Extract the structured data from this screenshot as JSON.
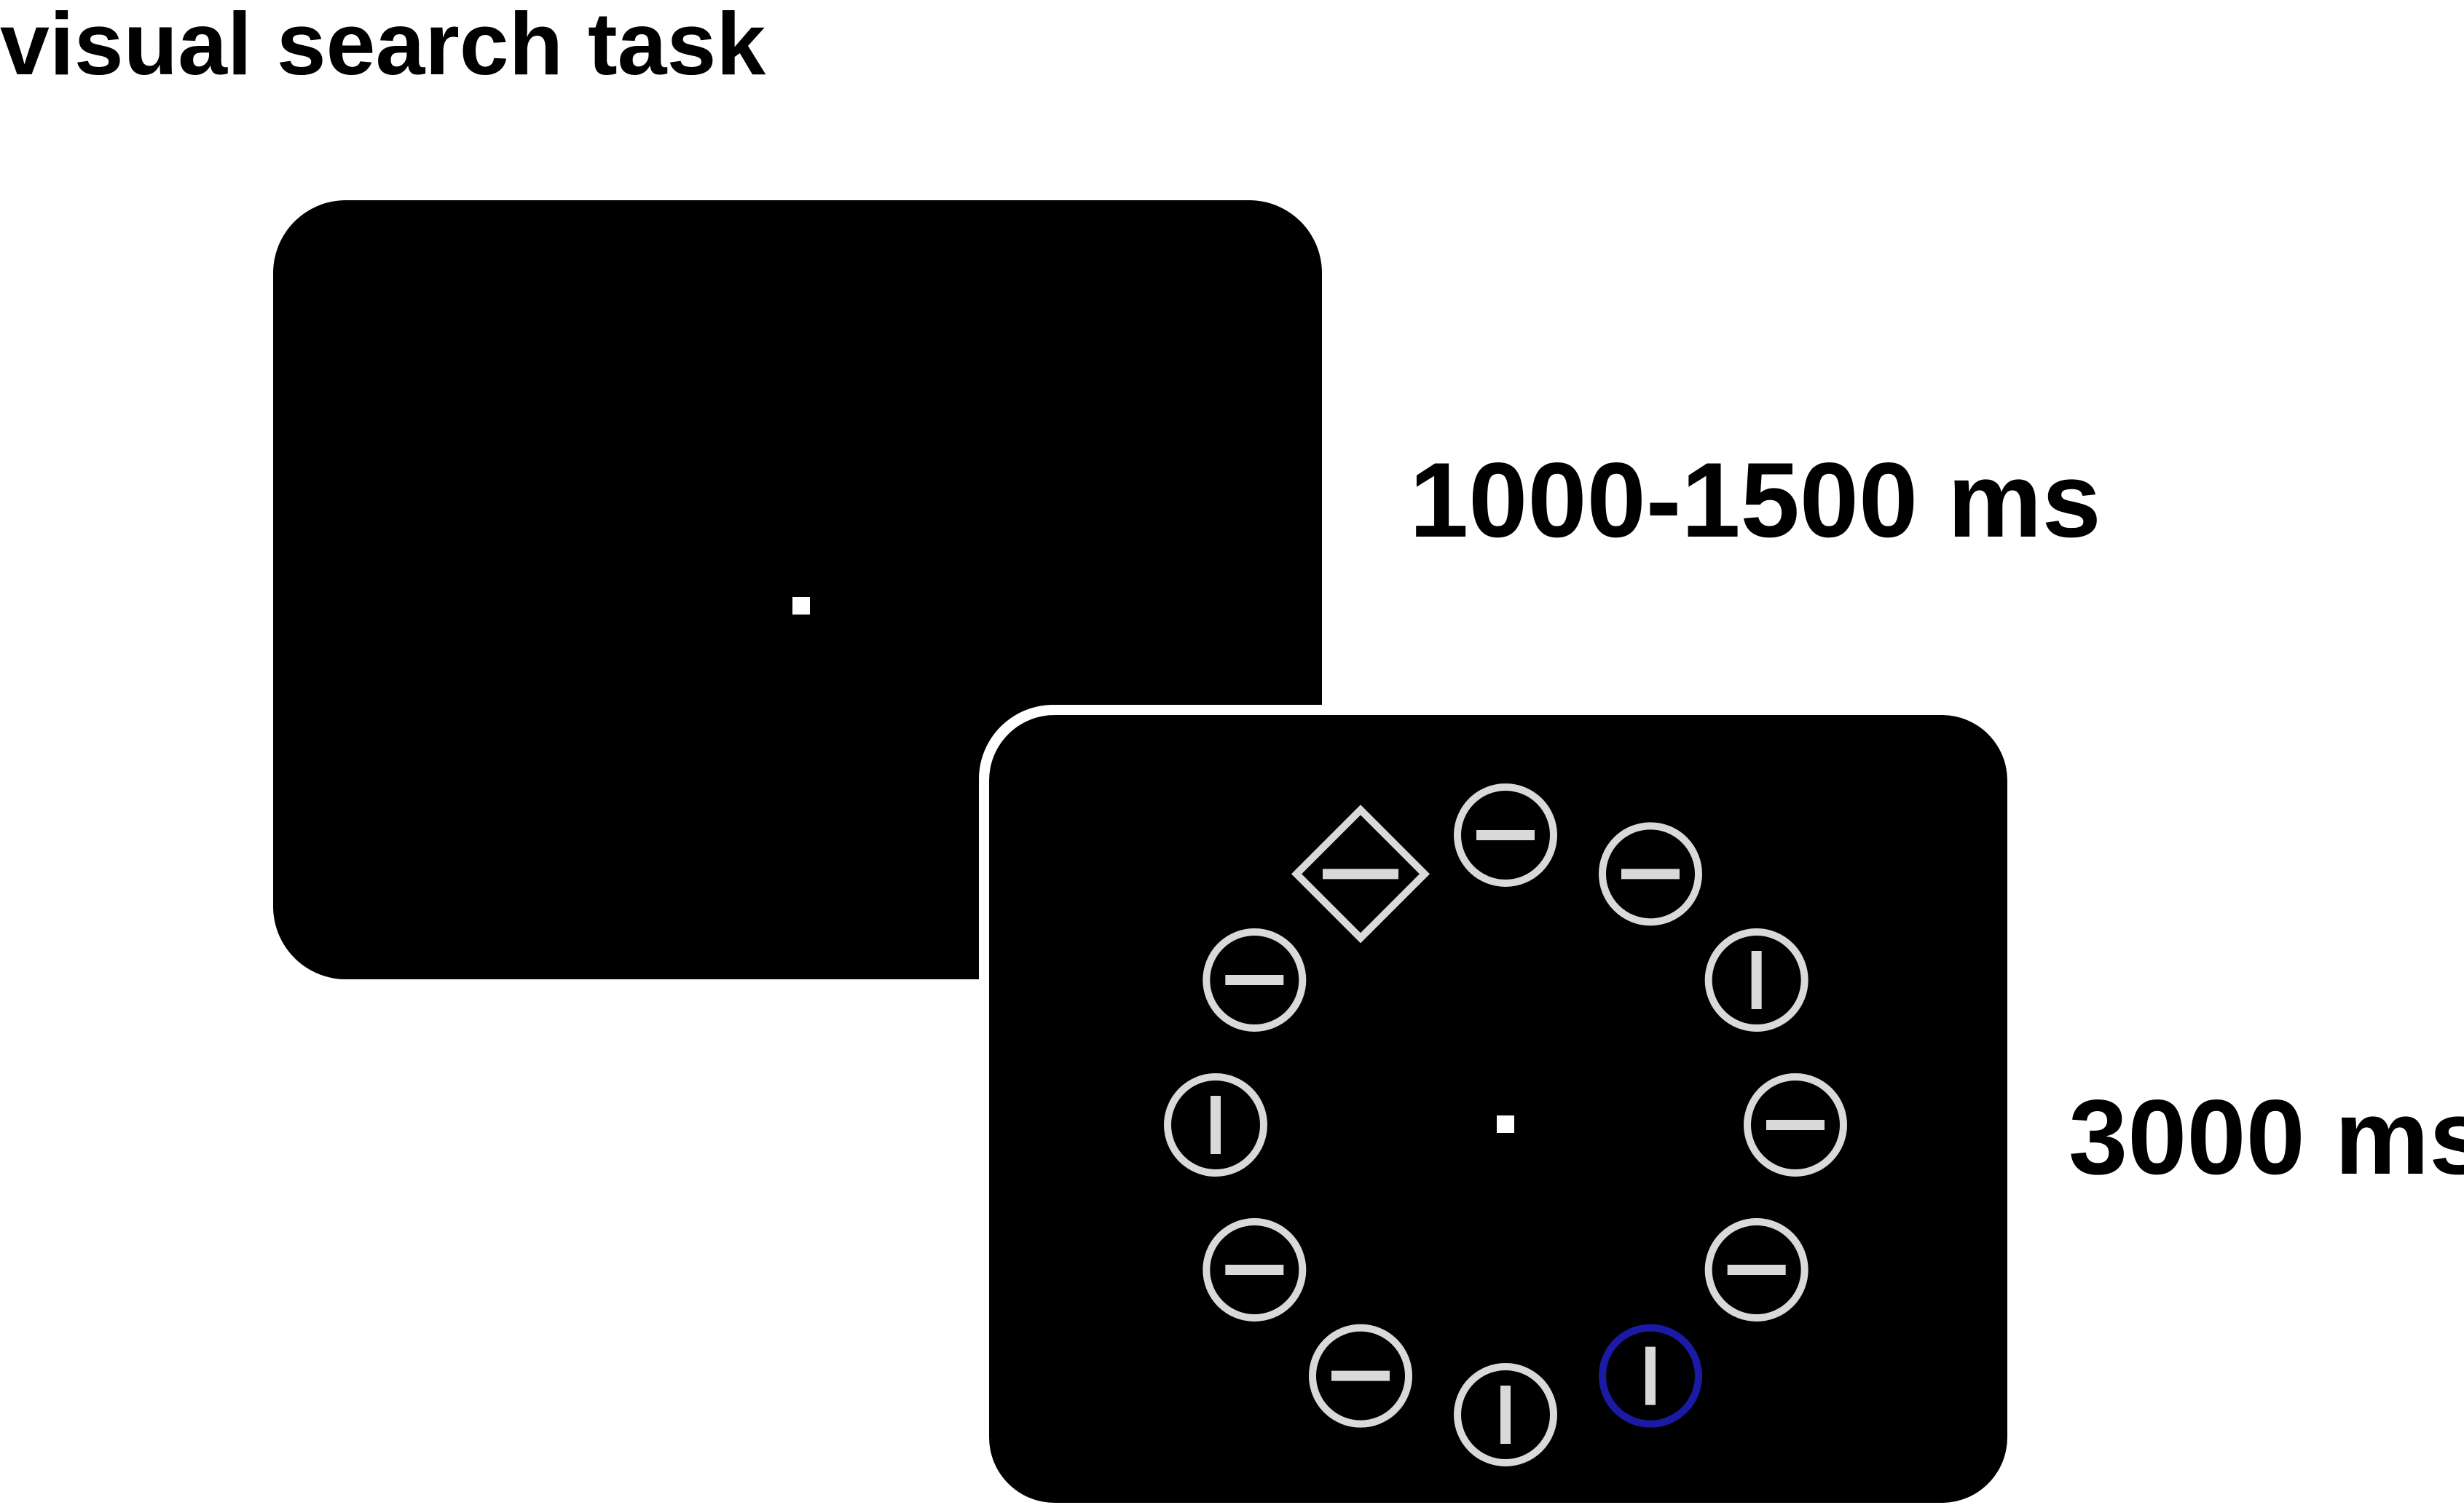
{
  "title": "visual search task",
  "screens": [
    {
      "id": "fixation",
      "duration_label": "1000-1500 ms",
      "fixation_point": true
    },
    {
      "id": "search-display",
      "duration_label": "3000 ms",
      "fixation_point": true,
      "items": [
        {
          "shape": "circle",
          "line": "horizontal",
          "color": "gray"
        },
        {
          "shape": "circle",
          "line": "horizontal",
          "color": "gray"
        },
        {
          "shape": "circle",
          "line": "vertical",
          "color": "gray"
        },
        {
          "shape": "circle",
          "line": "horizontal",
          "color": "gray"
        },
        {
          "shape": "circle",
          "line": "horizontal",
          "color": "gray"
        },
        {
          "shape": "circle",
          "line": "vertical",
          "color": "blue"
        },
        {
          "shape": "circle",
          "line": "vertical",
          "color": "gray"
        },
        {
          "shape": "circle",
          "line": "horizontal",
          "color": "gray"
        },
        {
          "shape": "circle",
          "line": "horizontal",
          "color": "gray"
        },
        {
          "shape": "circle",
          "line": "vertical",
          "color": "gray"
        },
        {
          "shape": "circle",
          "line": "horizontal",
          "color": "gray"
        },
        {
          "shape": "diamond",
          "line": "horizontal",
          "color": "gray"
        }
      ]
    }
  ],
  "colors": {
    "screen_bg": "#000000",
    "item_gray": "#d9d9d9",
    "item_blue": "#1a1aa6",
    "fixation": "#ffffff",
    "text": "#000000"
  }
}
